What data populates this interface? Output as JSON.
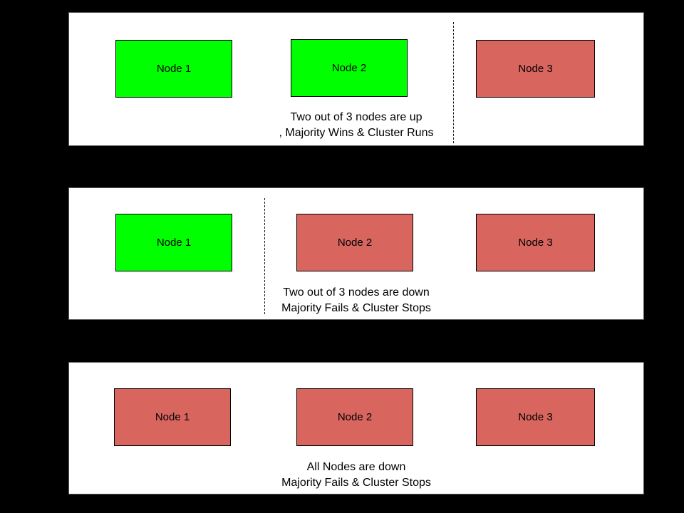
{
  "page": {
    "background": "#000000",
    "panel_background": "#ffffff"
  },
  "colors": {
    "node_up": "#00ff00",
    "node_down": "#d9655f",
    "node_border": "#000000",
    "panel_border": "#595959",
    "text": "#000000",
    "divider": "#1a1a1a"
  },
  "panels": [
    {
      "id": "two-nodes-up",
      "nodes": [
        {
          "label": "Node 1",
          "status": "up"
        },
        {
          "label": "Node 2",
          "status": "up"
        },
        {
          "label": "Node 3",
          "status": "down"
        }
      ],
      "divider": "dashed line between Node 2 and Node 3",
      "caption_line1": "Two out of 3 nodes are up",
      "caption_line2": ", Majority Wins & Cluster Runs"
    },
    {
      "id": "two-nodes-down",
      "nodes": [
        {
          "label": "Node 1",
          "status": "up"
        },
        {
          "label": "Node 2",
          "status": "down"
        },
        {
          "label": "Node 3",
          "status": "down"
        }
      ],
      "divider": "dashed line between Node 1 and Node 2",
      "caption_line1": "Two out of 3 nodes are down",
      "caption_line2": "Majority Fails & Cluster Stops"
    },
    {
      "id": "all-nodes-down",
      "nodes": [
        {
          "label": "Node 1",
          "status": "down"
        },
        {
          "label": "Node 2",
          "status": "down"
        },
        {
          "label": "Node 3",
          "status": "down"
        }
      ],
      "divider": null,
      "caption_line1": "All Nodes are down",
      "caption_line2": "Majority Fails & Cluster Stops"
    }
  ]
}
